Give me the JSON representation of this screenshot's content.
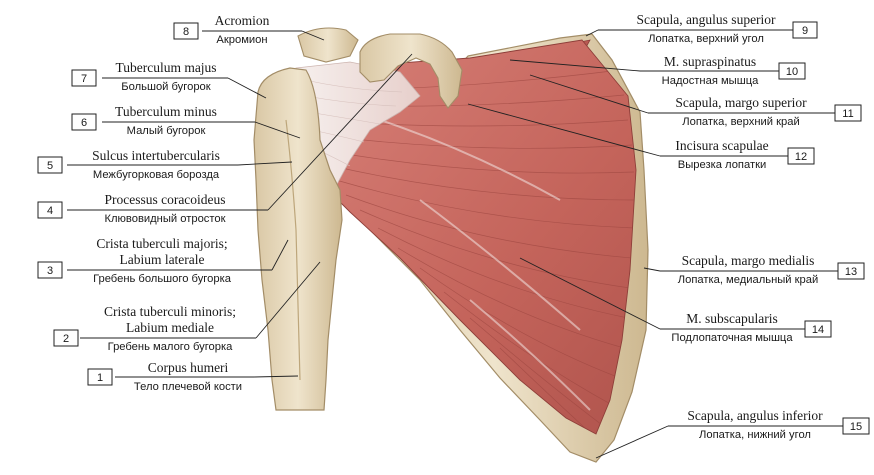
{
  "image": {
    "title": "",
    "illustration_alt": "Anterior view of the right shoulder showing the scapula with M. subscapularis and M. supraspinatus, and the proximal humerus"
  },
  "labels_left": [
    {
      "num": "8",
      "latin": "Acromion",
      "russian": "Акромион"
    },
    {
      "num": "7",
      "latin": "Tuberculum majus",
      "russian": "Большой бугорок"
    },
    {
      "num": "6",
      "latin": "Tuberculum minus",
      "russian": "Малый бугорок"
    },
    {
      "num": "5",
      "latin": "Sulcus intertubercularis",
      "russian": "Межбугорковая борозда"
    },
    {
      "num": "4",
      "latin": "Processus coracoideus",
      "russian": "Клювовидный отросток"
    },
    {
      "num": "3",
      "latin": "Crista tuberculi majoris;",
      "latin2": "Labium laterale",
      "russian": "Гребень большого бугорка"
    },
    {
      "num": "2",
      "latin": "Crista tuberculi minoris;",
      "latin2": "Labium mediale",
      "russian": "Гребень малого бугорка"
    },
    {
      "num": "1",
      "latin": "Corpus humeri",
      "russian": "Тело плечевой кости"
    }
  ],
  "labels_right": [
    {
      "num": "9",
      "latin": "Scapula, angulus superior",
      "russian": "Лопатка, верхний угол"
    },
    {
      "num": "10",
      "latin": "M. supraspinatus",
      "russian": "Надостная мышца"
    },
    {
      "num": "11",
      "latin": "Scapula, margo superior",
      "russian": "Лопатка, верхний край"
    },
    {
      "num": "12",
      "latin": "Incisura scapulae",
      "russian": "Вырезка лопатки"
    },
    {
      "num": "13",
      "latin": "Scapula, margo medialis",
      "russian": "Лопатка, медиальный край"
    },
    {
      "num": "14",
      "latin": "M. subscapularis",
      "russian": "Подлопаточная мышца"
    },
    {
      "num": "15",
      "latin": "Scapula, angulus inferior",
      "russian": "Лопатка, нижний угол"
    }
  ],
  "colors": {
    "bone": "#e9dcc2",
    "bone_shadow": "#c8b48f",
    "muscle": "#c8695f",
    "muscle_dark": "#9e4641",
    "tendon": "#f1e9e6",
    "line": "#222222"
  }
}
